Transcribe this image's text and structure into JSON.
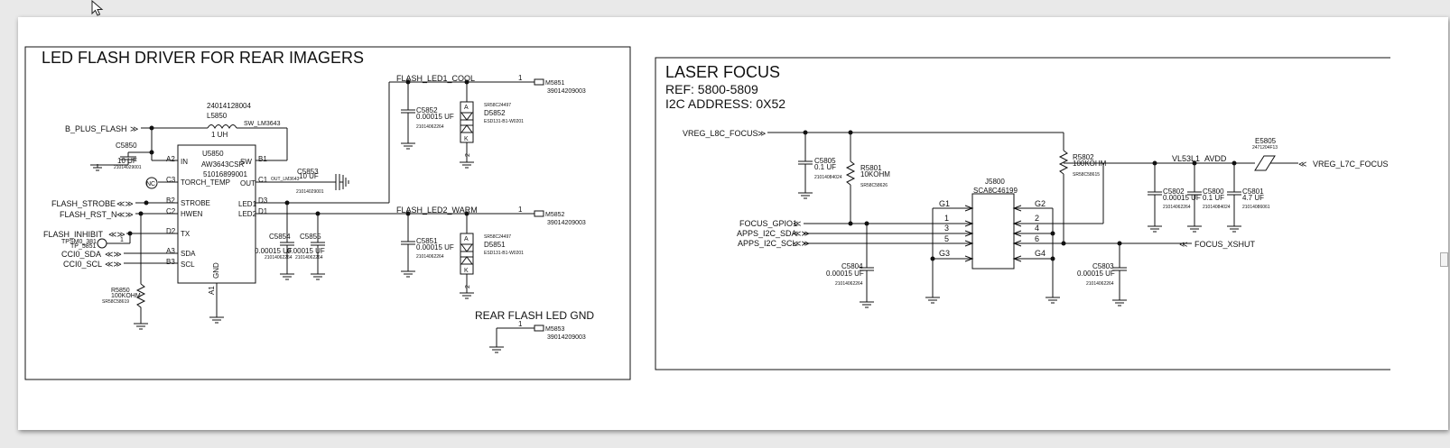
{
  "left_panel": {
    "title": "LED FLASH DRIVER FOR REAR IMAGERS",
    "nets": {
      "b_plus_flash": "B_PLUS_FLASH",
      "flash_strobe": "FLASH_STROBE",
      "flash_rst_n": "FLASH_RST_N",
      "flash_inhibit": "FLASH_INHIBIT",
      "cci0_sda": "CCI0_SDA",
      "cci0_scl": "CCI0_SCL",
      "sw_net": "SW_LM3643",
      "out_net": "OUT_LM3643",
      "flash_led1": "FLASH_LED1_COOL",
      "flash_led2": "FLASH_LED2_WARM",
      "rear_gnd": "REAR FLASH LED GND"
    },
    "ic": {
      "ref": "U5850",
      "part": "AW3643CSR",
      "pn": "51016899001",
      "pins_left": [
        {
          "num": "A2",
          "name": "IN"
        },
        {
          "num": "C3",
          "name": "TORCH_TEMP"
        },
        {
          "num": "B2",
          "name": "STROBE"
        },
        {
          "num": "C2",
          "name": "HWEN"
        },
        {
          "num": "D2",
          "name": "TX"
        },
        {
          "num": "A3",
          "name": "SDA"
        },
        {
          "num": "B3",
          "name": "SCL"
        }
      ],
      "pins_right": [
        {
          "num": "B1",
          "name": "SW"
        },
        {
          "num": "C1",
          "name": "OUT"
        },
        {
          "num": "D3",
          "name": "LED1"
        },
        {
          "num": "D1",
          "name": "LED2"
        }
      ],
      "gnd_label": "GND",
      "gnd_pin": "A1"
    },
    "inductor": {
      "pn": "24014128004",
      "ref": "L5850",
      "value": "1 UH"
    },
    "caps": {
      "c5850": {
        "ref": "C5850",
        "value": "10 UF",
        "pn": "21014029001"
      },
      "c5853": {
        "ref": "C5853",
        "value": "10 UF",
        "pn": "21014029001"
      },
      "c5854": {
        "ref": "C5854",
        "value": "0.00015 UF",
        "pn": "21014062264"
      },
      "c5855": {
        "ref": "C5855",
        "value": "0.00015 UF",
        "pn": "21014062264"
      },
      "c5852": {
        "ref": "C5852",
        "value": "0.00015 UF",
        "pn": "21014062264"
      },
      "c5851": {
        "ref": "C5851",
        "value": "0.00015 UF",
        "pn": "21014062264"
      }
    },
    "resistor": {
      "ref": "R5850",
      "value": "100KOHM",
      "pn": "SR58C58619"
    },
    "tp": {
      "ref": "TPSM0_381",
      "pin": "TP_5851",
      "num": "1"
    },
    "nc": "NC",
    "diodes": {
      "d5852": {
        "ref": "D5852",
        "pn_top": "SR58C24497",
        "pn_bot": "ESD131-B1-W0201"
      },
      "d5851": {
        "ref": "D5851",
        "pn_top": "SR58C24497",
        "pn_bot": "ESD131-B1-W0201"
      }
    },
    "diode_pins": {
      "a": "A",
      "k": "K",
      "one": "1",
      "two": "2"
    },
    "mech": {
      "m5851": {
        "ref": "M5851",
        "pn": "39014209003",
        "pin": "1"
      },
      "m5852": {
        "ref": "M5852",
        "pn": "39014209003",
        "pin": "1"
      },
      "m5853": {
        "ref": "M5853",
        "pn": "39014209003",
        "pin": "1"
      }
    }
  },
  "right_panel": {
    "title": "LASER FOCUS",
    "ref_line": "REF: 5800-5809",
    "i2c_line": "I2C ADDRESS: 0X52",
    "nets": {
      "vreg_l8c": "VREG_L8C_FOCUS",
      "vreg_l7c": "VREG_L7C_FOCUS",
      "focus_gpio1": "FOCUS_GPIO1",
      "apps_sda": "APPS_I2C_SDA",
      "apps_scl": "APPS_I2C_SCL",
      "focus_xshut": "FOCUS_XSHUT",
      "avdd": "VL53L1_AVDD"
    },
    "connector": {
      "ref": "J5800",
      "pn": "SCA8C46199",
      "g1": "G1",
      "g2": "G2",
      "g3": "G3",
      "g4": "G4",
      "left_pins": [
        "1",
        "3",
        "5"
      ],
      "right_pins": [
        "2",
        "4",
        "6"
      ]
    },
    "caps": {
      "c5805": {
        "ref": "C5805",
        "value": "0.1 UF",
        "pn": "21014084024"
      },
      "c5804": {
        "ref": "C5804",
        "value": "0.00015 UF",
        "pn": "21014062264"
      },
      "c5802": {
        "ref": "C5802",
        "value": "0.00015 UF",
        "pn": "21014062264"
      },
      "c5800": {
        "ref": "C5800",
        "value": "0.1 UF",
        "pn": "21014084024"
      },
      "c5801": {
        "ref": "C5801",
        "value": "4.7 UF",
        "pn": "21014086061"
      },
      "c5803": {
        "ref": "C5803",
        "value": "0.00015 UF",
        "pn": "21014062264"
      }
    },
    "resistors": {
      "r5801": {
        "ref": "R5801",
        "value": "10KOHM",
        "pn": "SR58C58626"
      },
      "r5802": {
        "ref": "R5802",
        "value": "100KOHM",
        "pn": "SR58C58615"
      }
    },
    "ferrite": {
      "ref": "E5805",
      "pn": "2471204F13"
    }
  },
  "icons": {
    "cursor": "mouse-pointer-icon"
  }
}
